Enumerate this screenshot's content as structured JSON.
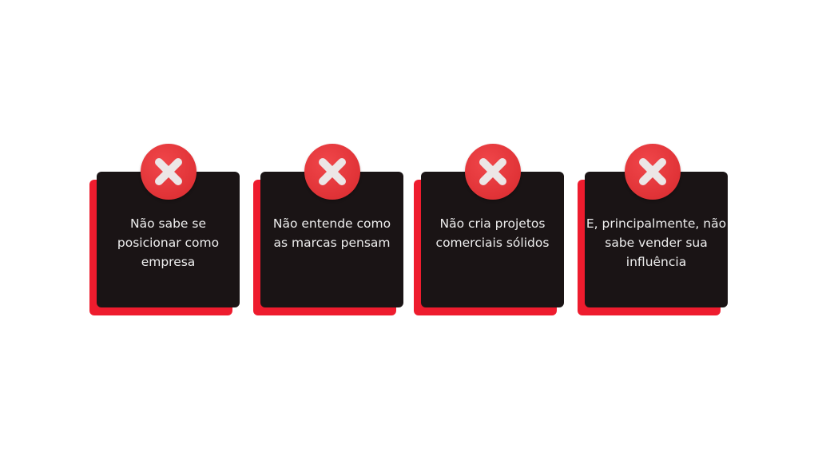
{
  "cards": [
    {
      "text": "Não sabe se posicionar como empresa",
      "icon": "x-icon"
    },
    {
      "text": "Não entende como as marcas pensam",
      "icon": "x-icon"
    },
    {
      "text": "Não cria projetos comerciais sólidos",
      "icon": "x-icon"
    },
    {
      "text": "E, principalmente, não sabe vender sua influência",
      "icon": "x-icon"
    }
  ],
  "colors": {
    "card": "#1a1415",
    "shadow": "#ee1c2e",
    "circle": "#e03236",
    "x": "#ece6e6"
  }
}
